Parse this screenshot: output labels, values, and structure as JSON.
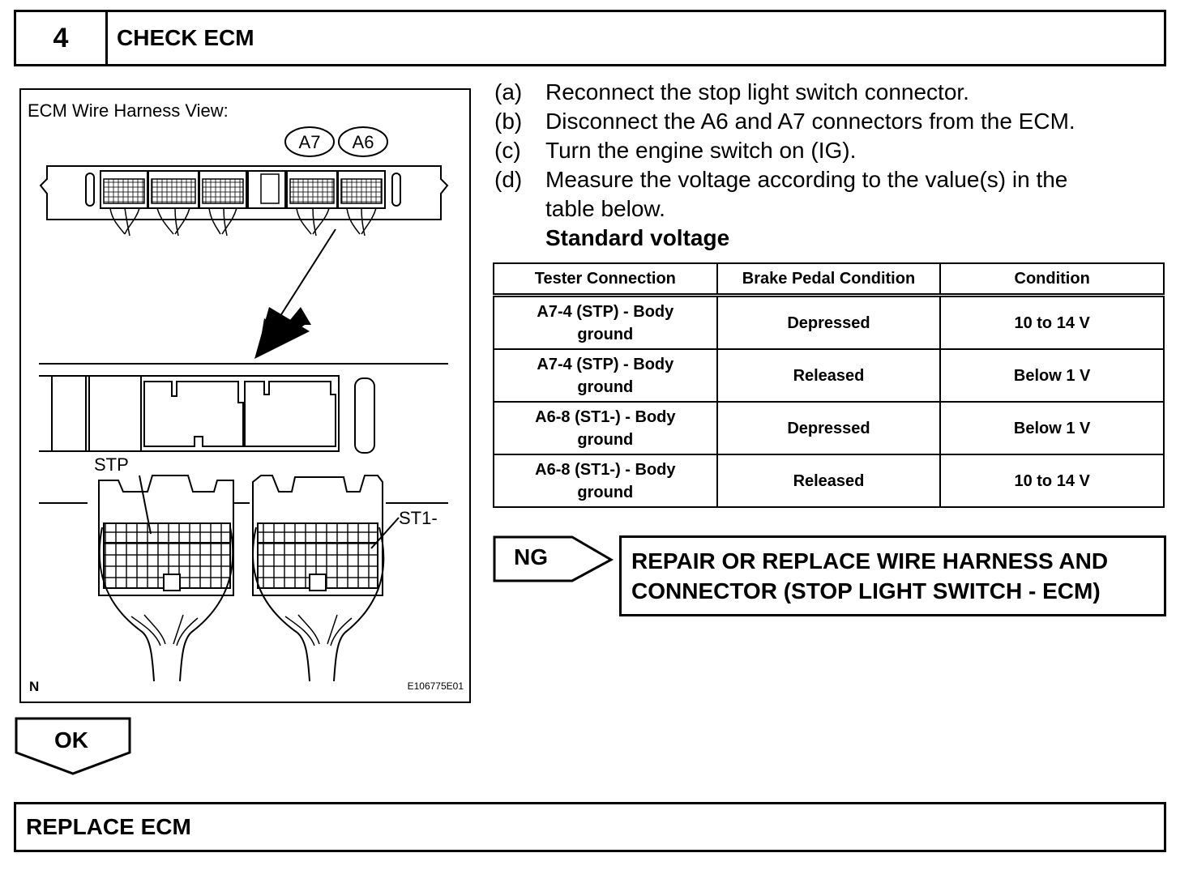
{
  "step": {
    "number": "4",
    "title": "CHECK ECM"
  },
  "figure": {
    "heading": "ECM Wire Harness View:",
    "connector_labels": [
      "A7",
      "A6"
    ],
    "terminal_labels": {
      "left": "STP",
      "right": "ST1-"
    },
    "corner_mark": "N",
    "figure_id": "E106775E01"
  },
  "instructions": [
    {
      "label": "(a)",
      "text": "Reconnect the stop light switch connector."
    },
    {
      "label": "(b)",
      "text": "Disconnect the A6 and A7 connectors from the ECM."
    },
    {
      "label": "(c)",
      "text": "Turn the engine switch on (IG)."
    },
    {
      "label": "(d)",
      "text": "Measure the voltage according to the value(s) in the",
      "text2": "table below."
    }
  ],
  "standard_voltage_title": "Standard voltage",
  "table": {
    "headers": [
      "Tester Connection",
      "Brake Pedal Condition",
      "Condition"
    ],
    "rows": [
      {
        "connection_line1": "A7-4 (STP) - Body",
        "connection_line2": "ground",
        "pedal": "Depressed",
        "condition": "10 to 14 V"
      },
      {
        "connection_line1": "A7-4 (STP) - Body",
        "connection_line2": "ground",
        "pedal": "Released",
        "condition": "Below 1 V"
      },
      {
        "connection_line1": "A6-8 (ST1-) - Body",
        "connection_line2": "ground",
        "pedal": "Depressed",
        "condition": "Below 1 V"
      },
      {
        "connection_line1": "A6-8 (ST1-) - Body",
        "connection_line2": "ground",
        "pedal": "Released",
        "condition": "10 to 14 V"
      }
    ]
  },
  "ng": {
    "label": "NG",
    "result_line1": "REPAIR OR REPLACE WIRE HARNESS AND",
    "result_line2": "CONNECTOR (STOP LIGHT SWITCH - ECM)"
  },
  "ok": {
    "label": "OK"
  },
  "final_action": "REPLACE ECM"
}
